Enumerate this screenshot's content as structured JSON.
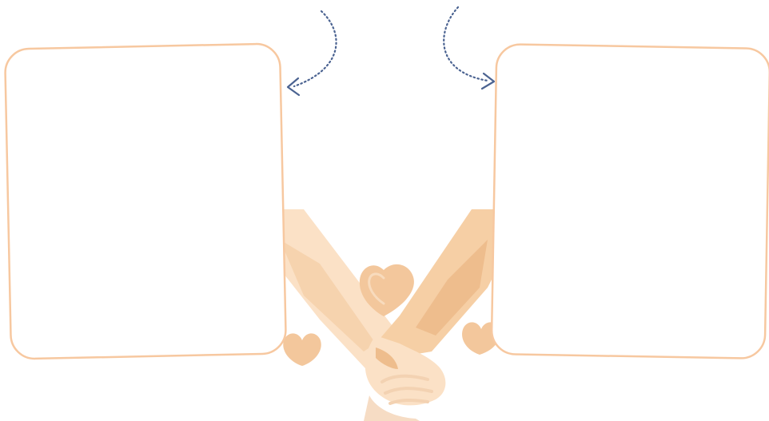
{
  "colors": {
    "background": "#ffffff",
    "frame_border": "#f7c8a0",
    "arrow": "#4b6391",
    "skin_light": "#fbe1c6",
    "skin_mid": "#f6cfa5",
    "skin_shadow": "#eeb985",
    "heart": "#f3c79c"
  },
  "icons": {
    "left_arrow": "curved-dotted-arrow-left-icon",
    "right_arrow": "curved-dotted-arrow-right-icon",
    "heart": "heart-icon",
    "hands": "holding-hands-illustration"
  },
  "frames": [
    {
      "name": "left-photo-frame",
      "content": ""
    },
    {
      "name": "right-photo-frame",
      "content": ""
    }
  ]
}
